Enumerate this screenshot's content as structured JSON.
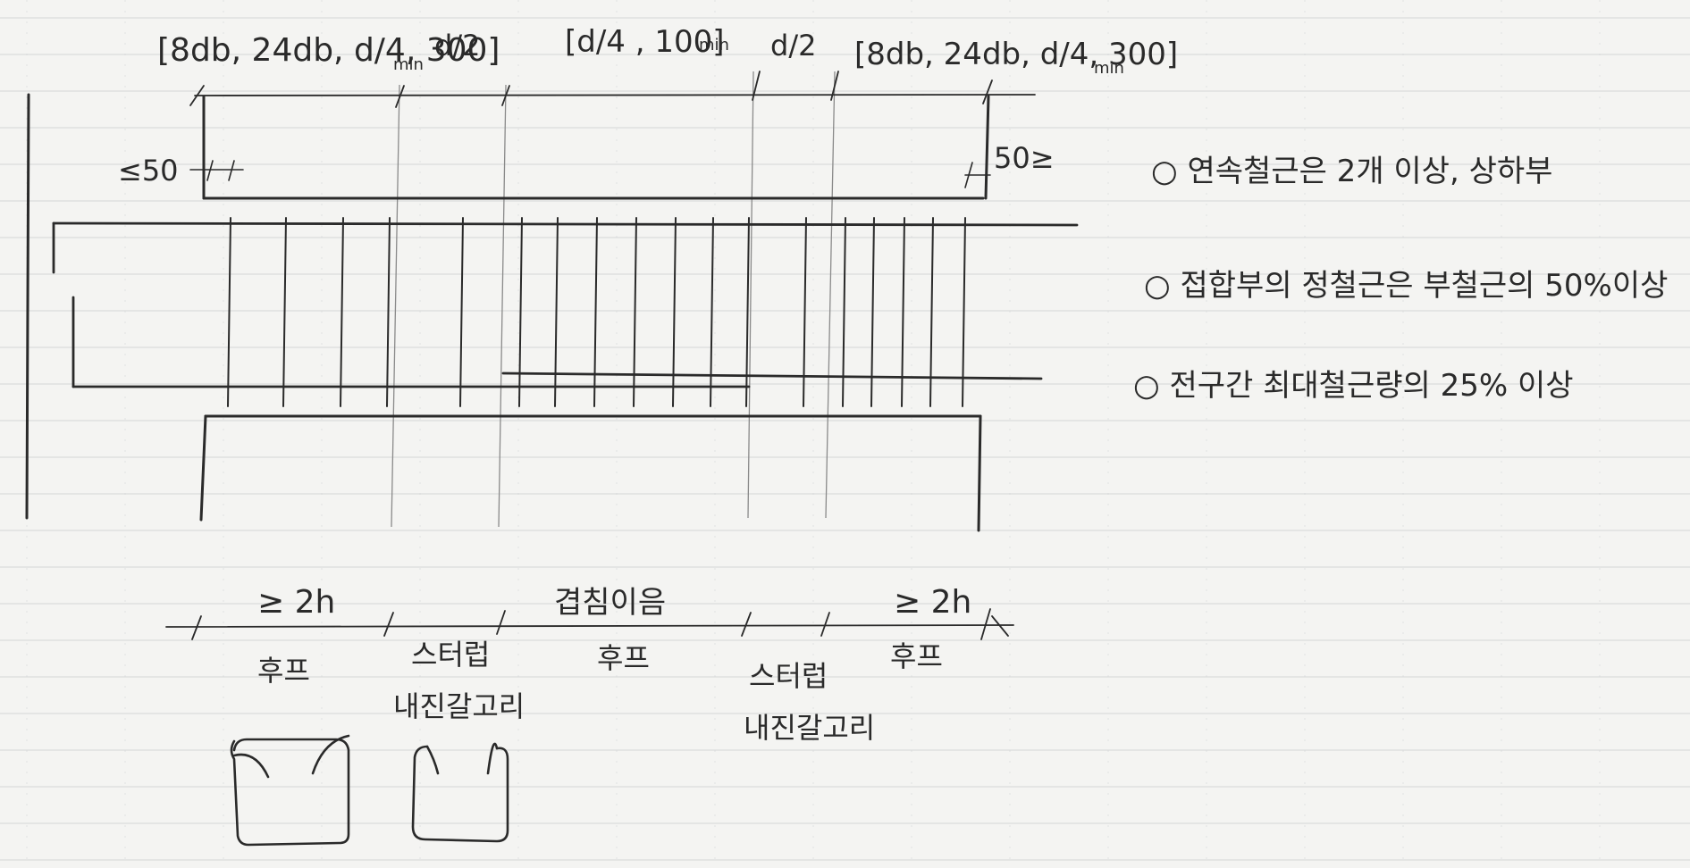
{
  "colors": {
    "paper": "#f4f4f2",
    "grid": "#d4d6d6",
    "ink": "#2a2a2a",
    "ink_light": "#555555"
  },
  "top_dims": {
    "left_spacing": "[8db, 24db, d/4, 300]",
    "left_spacing_sub": "min",
    "half_d_1": "d/2",
    "mid_spacing": "[d/4 , 100]",
    "mid_spacing_sub": "min",
    "half_d_2": "d/2",
    "right_spacing": "[8db, 24db, d/4, 300]",
    "right_spacing_sub": "min"
  },
  "side_dims": {
    "left": "≤50",
    "right": "50≥"
  },
  "notes": [
    "○ 연속철근은 2개 이상, 상하부",
    "○ 접합부의 정철근은 부철근의 50%이상",
    "○ 전구간 최대철근량의 25% 이상"
  ],
  "bottom_dims": {
    "left_length": "≥ 2h",
    "mid_length": "겹침이음",
    "right_length": "≥ 2h"
  },
  "zones": {
    "hoop_1": "후프",
    "stirrup_1_line1": "스터럽",
    "stirrup_1_line2": "내진갈고리",
    "hoop_2": "후프",
    "stirrup_2_line1": "스터럽",
    "stirrup_2_line2": "내진갈고리",
    "hoop_3": "후프"
  }
}
